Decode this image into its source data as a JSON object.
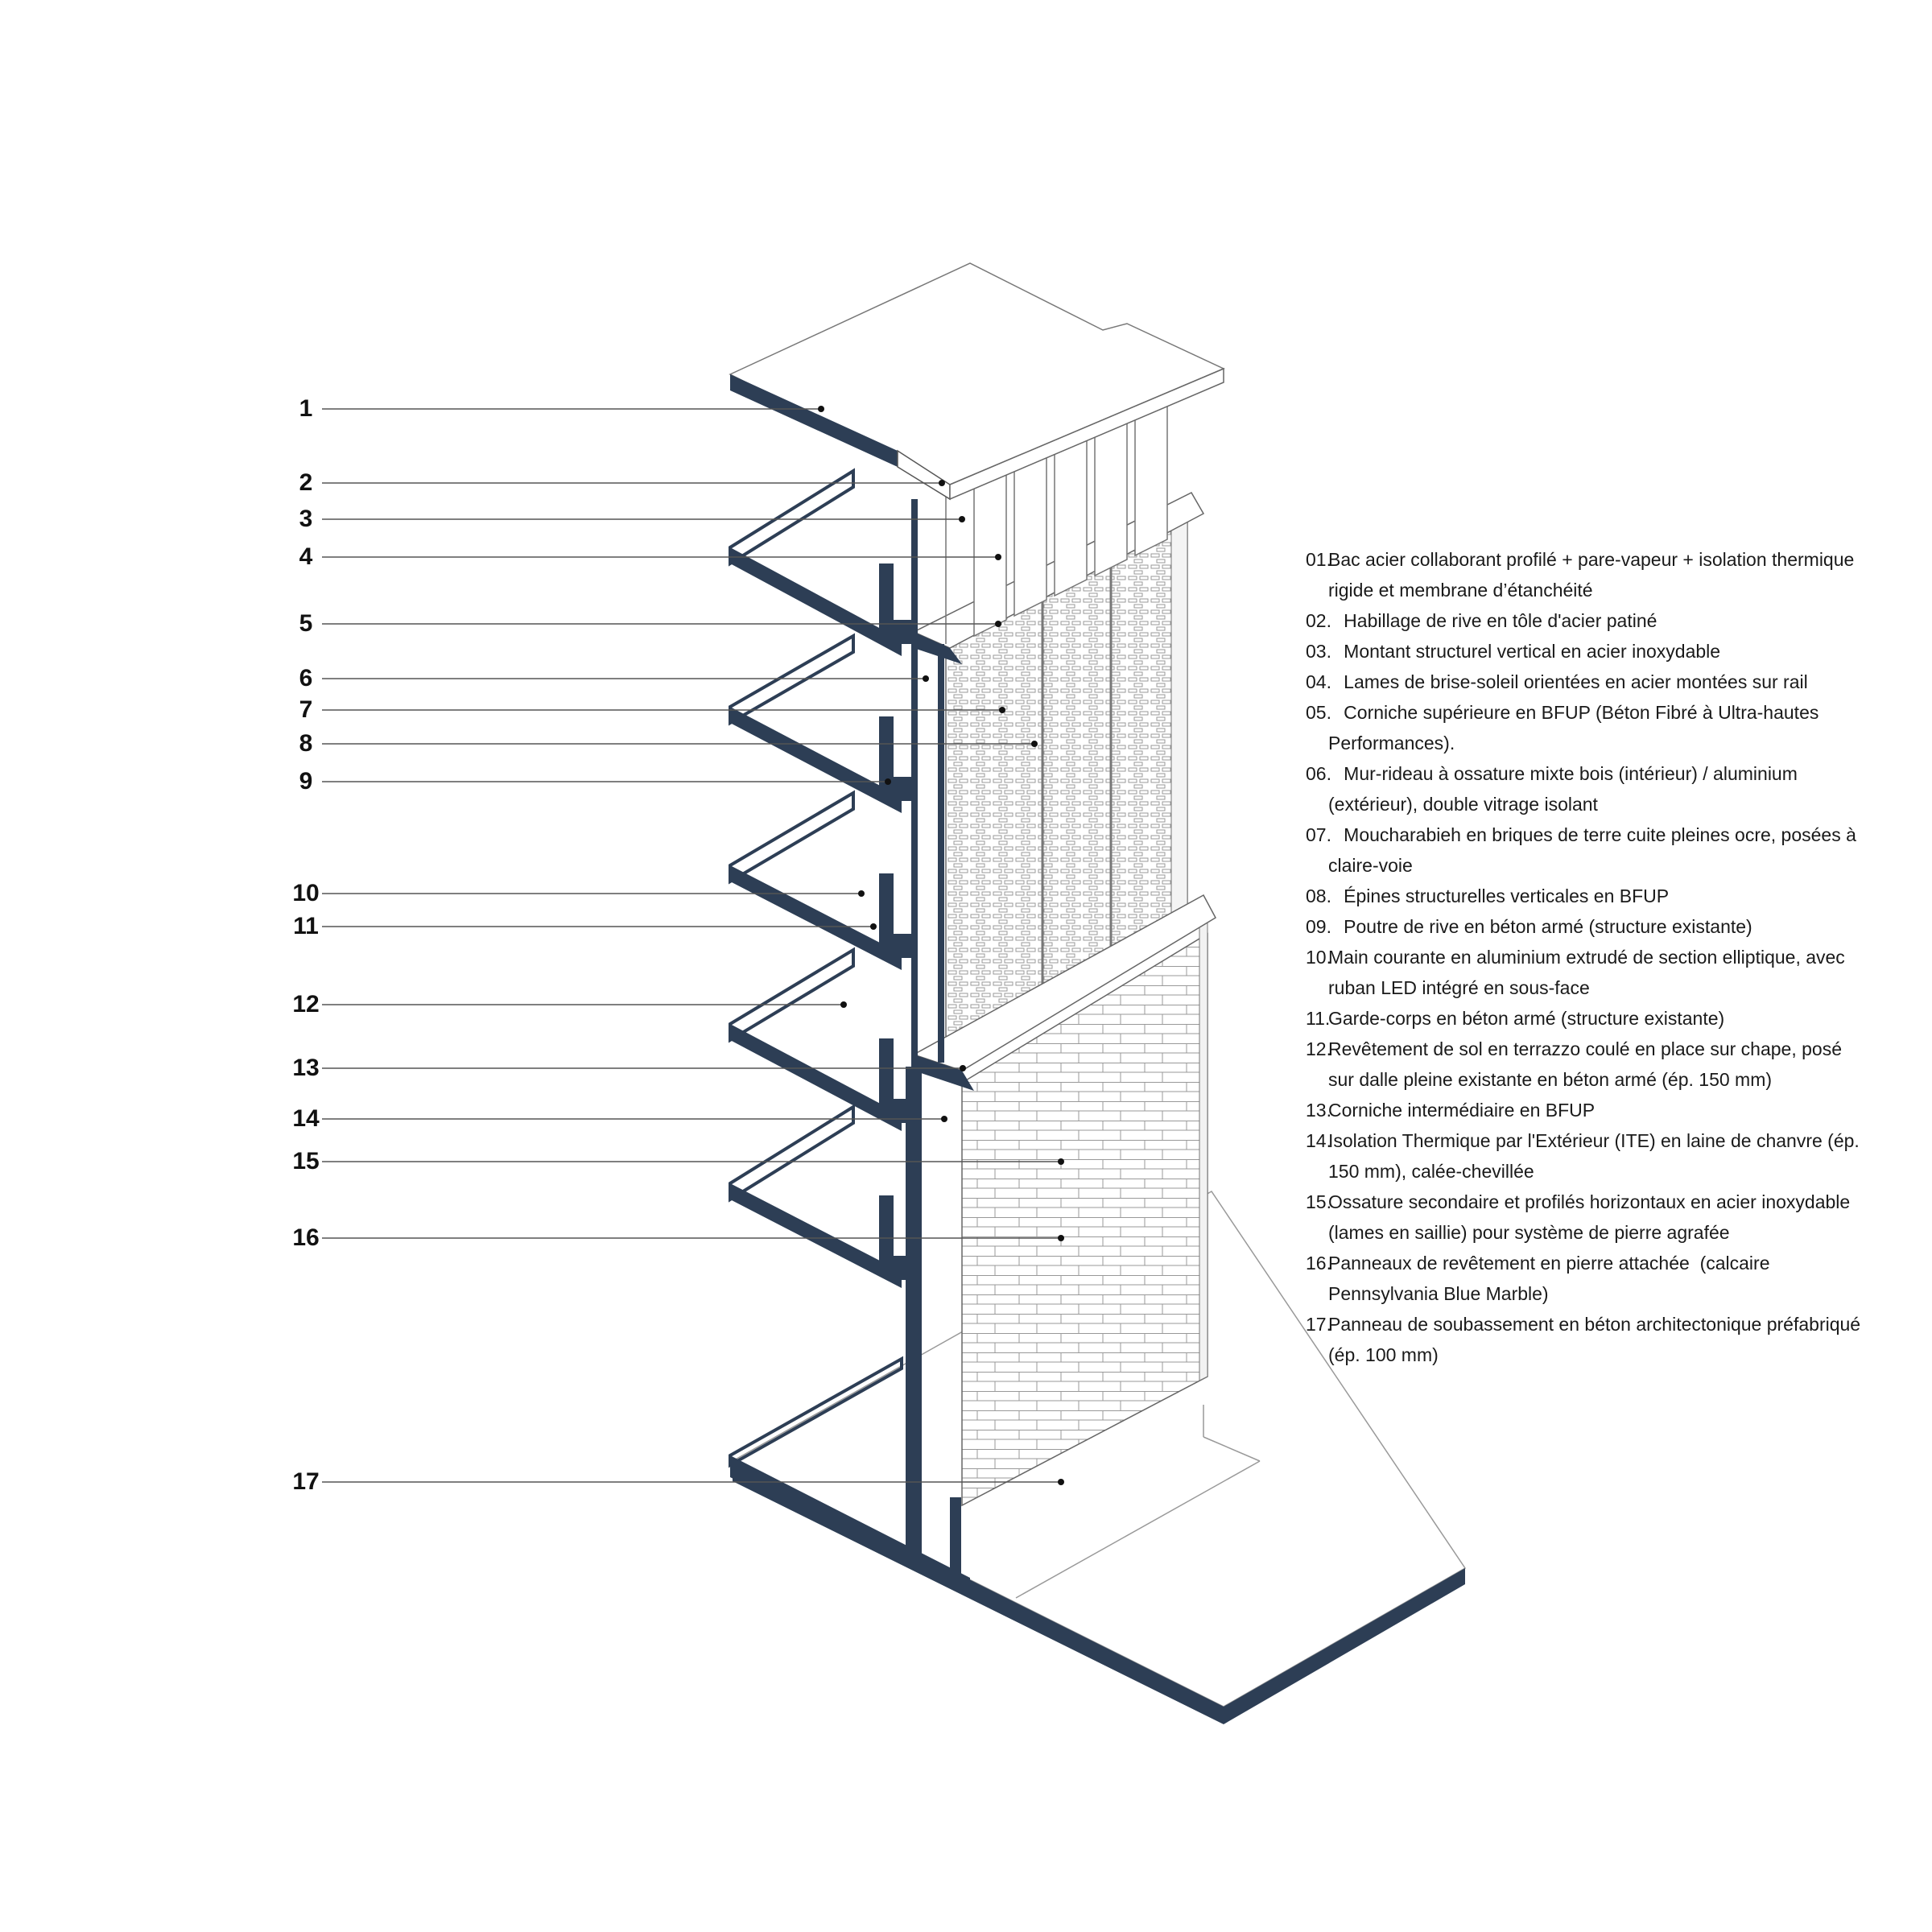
{
  "colors": {
    "structure": "#2d3e55",
    "line": "#333333",
    "hatch": "#888888",
    "background": "#ffffff"
  },
  "callouts": [
    {
      "num": "1"
    },
    {
      "num": "2"
    },
    {
      "num": "3"
    },
    {
      "num": "4"
    },
    {
      "num": "5"
    },
    {
      "num": "6"
    },
    {
      "num": "7"
    },
    {
      "num": "8"
    },
    {
      "num": "9"
    },
    {
      "num": "10"
    },
    {
      "num": "11"
    },
    {
      "num": "12"
    },
    {
      "num": "13"
    },
    {
      "num": "14"
    },
    {
      "num": "15"
    },
    {
      "num": "16"
    },
    {
      "num": "17"
    }
  ],
  "legend": [
    {
      "code": "01.",
      "text": "Bac acier collaborant profilé + pare-vapeur + isolation thermique rigide et membrane d’étanchéité"
    },
    {
      "code": "02.",
      "text": "   Habillage de rive en tôle d'acier patiné"
    },
    {
      "code": "03.",
      "text": "   Montant structurel vertical en acier inoxydable"
    },
    {
      "code": "04.",
      "text": "   Lames de brise-soleil orientées en acier montées sur rail"
    },
    {
      "code": "05.",
      "text": "   Corniche supérieure en BFUP (Béton Fibré à Ultra-hautes Performances)."
    },
    {
      "code": "06.",
      "text": "   Mur-rideau à ossature mixte bois (intérieur) / aluminium (extérieur), double vitrage isolant"
    },
    {
      "code": "07.",
      "text": "   Moucharabieh en briques de terre cuite pleines ocre, posées à claire-voie"
    },
    {
      "code": "08.",
      "text": "   Épines structurelles verticales en BFUP"
    },
    {
      "code": "09.",
      "text": "   Poutre de rive en béton armé (structure existante)"
    },
    {
      "code": "10.",
      "text": "Main courante en aluminium extrudé de section elliptique, avec ruban LED intégré en sous-face"
    },
    {
      "code": "11.",
      "text": "Garde-corps en béton armé (structure existante)"
    },
    {
      "code": "12.",
      "text": "Revêtement de sol en terrazzo coulé en place sur chape, posé sur dalle pleine existante en béton armé (ép. 150 mm)"
    },
    {
      "code": "13.",
      "text": "Corniche intermédiaire en BFUP"
    },
    {
      "code": "14.",
      "text": "Isolation Thermique par l'Extérieur (ITE) en laine de chanvre (ép. 150 mm), calée-chevillée"
    },
    {
      "code": "15.",
      "text": "Ossature secondaire et profilés horizontaux en acier inoxydable (lames en saillie) pour système de pierre agrafée"
    },
    {
      "code": "16.",
      "text": "Panneaux de revêtement en pierre attachée  (calcaire Pennsylvania Blue Marble)"
    },
    {
      "code": "17.",
      "text": "Panneau de soubassement en béton architectonique préfabriqué (ép. 100 mm)"
    }
  ]
}
